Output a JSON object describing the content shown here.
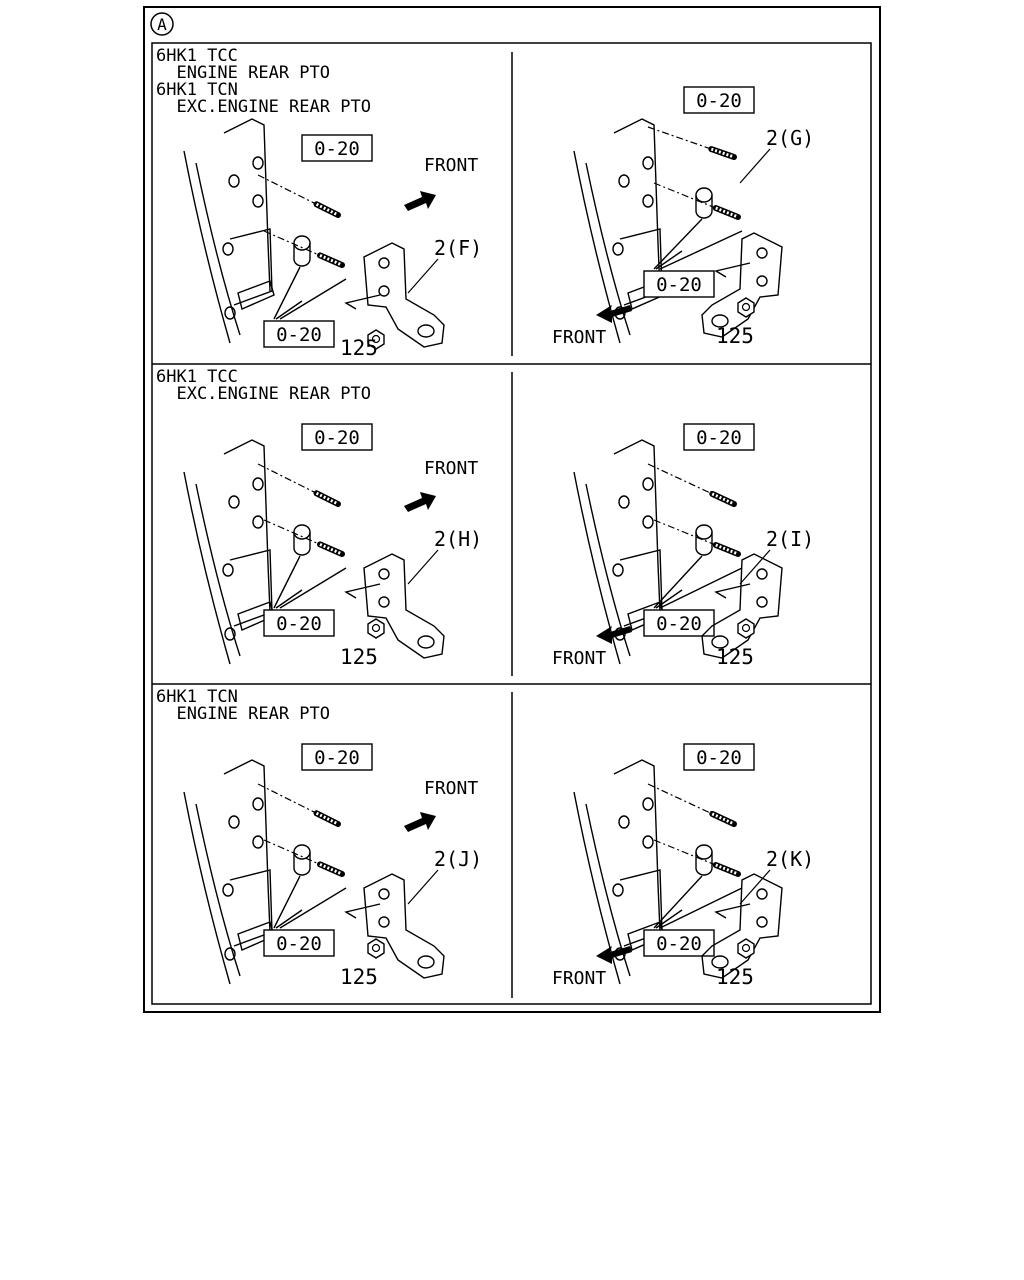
{
  "sheet": {
    "marker": "A"
  },
  "panels": [
    {
      "header_lines": [
        "6HK1 TCC",
        "  ENGINE REAR PTO",
        "6HK1 TCN",
        "  EXC.ENGINE REAR PTO"
      ],
      "front_label": "FRONT",
      "ref_upper": "0-20",
      "ref_lower": "0-20",
      "part_label": "2(F)",
      "nut_label": "125",
      "orientation": "right"
    },
    {
      "header_lines": [],
      "front_label": "FRONT",
      "ref_upper": "0-20",
      "ref_lower": "0-20",
      "part_label": "2(G)",
      "nut_label": "125",
      "orientation": "left"
    },
    {
      "header_lines": [
        "6HK1 TCC",
        "  EXC.ENGINE REAR PTO"
      ],
      "front_label": "FRONT",
      "ref_upper": "0-20",
      "ref_lower": "0-20",
      "part_label": "2(H)",
      "nut_label": "125",
      "orientation": "right"
    },
    {
      "header_lines": [],
      "front_label": "FRONT",
      "ref_upper": "0-20",
      "ref_lower": "0-20",
      "part_label": "2(I)",
      "nut_label": "125",
      "orientation": "left"
    },
    {
      "header_lines": [
        "6HK1 TCN",
        "  ENGINE REAR PTO"
      ],
      "front_label": "FRONT",
      "ref_upper": "0-20",
      "ref_lower": "0-20",
      "part_label": "2(J)",
      "nut_label": "125",
      "orientation": "right"
    },
    {
      "header_lines": [],
      "front_label": "FRONT",
      "ref_upper": "0-20",
      "ref_lower": "0-20",
      "part_label": "2(K)",
      "nut_label": "125",
      "orientation": "left"
    }
  ]
}
